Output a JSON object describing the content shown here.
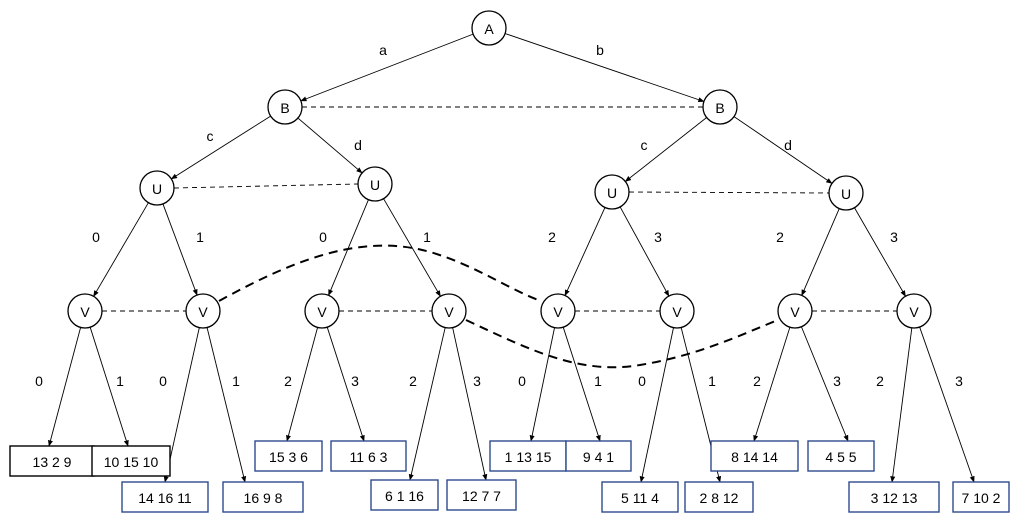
{
  "colors": {
    "node_stroke": "#000000",
    "box_border_black": "#000000",
    "box_border_blue": "#2f4b8f"
  },
  "nodes": [
    {
      "id": "A",
      "label": "A"
    },
    {
      "id": "B1",
      "label": "B"
    },
    {
      "id": "B2",
      "label": "B"
    },
    {
      "id": "U1",
      "label": "U"
    },
    {
      "id": "U2",
      "label": "U"
    },
    {
      "id": "U3",
      "label": "U"
    },
    {
      "id": "U4",
      "label": "U"
    },
    {
      "id": "V1",
      "label": "V"
    },
    {
      "id": "V2",
      "label": "V"
    },
    {
      "id": "V3",
      "label": "V"
    },
    {
      "id": "V4",
      "label": "V"
    },
    {
      "id": "V5",
      "label": "V"
    },
    {
      "id": "V6",
      "label": "V"
    },
    {
      "id": "V7",
      "label": "V"
    },
    {
      "id": "V8",
      "label": "V"
    }
  ],
  "edges": [
    {
      "from": "A",
      "to": "B1",
      "label": "a"
    },
    {
      "from": "A",
      "to": "B2",
      "label": "b"
    },
    {
      "from": "B1",
      "to": "U1",
      "label": "c"
    },
    {
      "from": "B1",
      "to": "U2",
      "label": "d"
    },
    {
      "from": "B2",
      "to": "U3",
      "label": "c"
    },
    {
      "from": "B2",
      "to": "U4",
      "label": "d"
    },
    {
      "from": "U1",
      "to": "V1",
      "label": "0"
    },
    {
      "from": "U1",
      "to": "V2",
      "label": "1"
    },
    {
      "from": "U2",
      "to": "V3",
      "label": "0"
    },
    {
      "from": "U2",
      "to": "V4",
      "label": "1"
    },
    {
      "from": "U3",
      "to": "V5",
      "label": "2"
    },
    {
      "from": "U3",
      "to": "V6",
      "label": "3"
    },
    {
      "from": "U4",
      "to": "V7",
      "label": "2"
    },
    {
      "from": "U4",
      "to": "V8",
      "label": "3"
    },
    {
      "from": "V1",
      "to": "L1",
      "label": "0"
    },
    {
      "from": "V1",
      "to": "L2",
      "label": "1"
    },
    {
      "from": "V2",
      "to": "L3",
      "label": "0"
    },
    {
      "from": "V2",
      "to": "L4",
      "label": "1"
    },
    {
      "from": "V3",
      "to": "L5",
      "label": "2"
    },
    {
      "from": "V3",
      "to": "L6",
      "label": "3"
    },
    {
      "from": "V4",
      "to": "L7",
      "label": "2"
    },
    {
      "from": "V4",
      "to": "L8",
      "label": "3"
    },
    {
      "from": "V5",
      "to": "L9",
      "label": "0"
    },
    {
      "from": "V5",
      "to": "L10",
      "label": "1"
    },
    {
      "from": "V6",
      "to": "L11",
      "label": "0"
    },
    {
      "from": "V6",
      "to": "L12",
      "label": "1"
    },
    {
      "from": "V7",
      "to": "L13",
      "label": "2"
    },
    {
      "from": "V7",
      "to": "L14",
      "label": "3"
    },
    {
      "from": "V8",
      "to": "L15",
      "label": "2"
    },
    {
      "from": "V8",
      "to": "L16",
      "label": "3"
    }
  ],
  "leaves": [
    {
      "id": "L1",
      "payoff": "13 2 9",
      "border": "black"
    },
    {
      "id": "L2",
      "payoff": "10 15 10",
      "border": "black"
    },
    {
      "id": "L3",
      "payoff": "14 16 11",
      "border": "blue"
    },
    {
      "id": "L4",
      "payoff": "16 9 8",
      "border": "blue"
    },
    {
      "id": "L5",
      "payoff": "15 3 6",
      "border": "blue"
    },
    {
      "id": "L6",
      "payoff": "11 6 3",
      "border": "blue"
    },
    {
      "id": "L7",
      "payoff": "6 1 16",
      "border": "blue"
    },
    {
      "id": "L8",
      "payoff": "12 7 7",
      "border": "blue"
    },
    {
      "id": "L9",
      "payoff": "1 13 15",
      "border": "blue"
    },
    {
      "id": "L10",
      "payoff": "9 4 1",
      "border": "blue"
    },
    {
      "id": "L11",
      "payoff": "5 11 4",
      "border": "blue"
    },
    {
      "id": "L12",
      "payoff": "2 8 12",
      "border": "blue"
    },
    {
      "id": "L13",
      "payoff": "8 14 14",
      "border": "blue"
    },
    {
      "id": "L14",
      "payoff": "4 5 5",
      "border": "blue"
    },
    {
      "id": "L15",
      "payoff": "3 12 13",
      "border": "blue"
    },
    {
      "id": "L16",
      "payoff": "7 10 2",
      "border": "blue"
    }
  ],
  "information_sets": [
    {
      "nodes": [
        "B1",
        "B2"
      ],
      "style": "straight"
    },
    {
      "nodes": [
        "U1",
        "U2"
      ],
      "style": "straight"
    },
    {
      "nodes": [
        "U3",
        "U4"
      ],
      "style": "straight"
    },
    {
      "nodes": [
        "V1",
        "V2"
      ],
      "style": "straight"
    },
    {
      "nodes": [
        "V3",
        "V4"
      ],
      "style": "straight"
    },
    {
      "nodes": [
        "V5",
        "V6"
      ],
      "style": "straight"
    },
    {
      "nodes": [
        "V7",
        "V8"
      ],
      "style": "straight"
    },
    {
      "nodes": [
        "V2",
        "V5"
      ],
      "style": "curved"
    },
    {
      "nodes": [
        "V4",
        "V7"
      ],
      "style": "curved"
    }
  ]
}
